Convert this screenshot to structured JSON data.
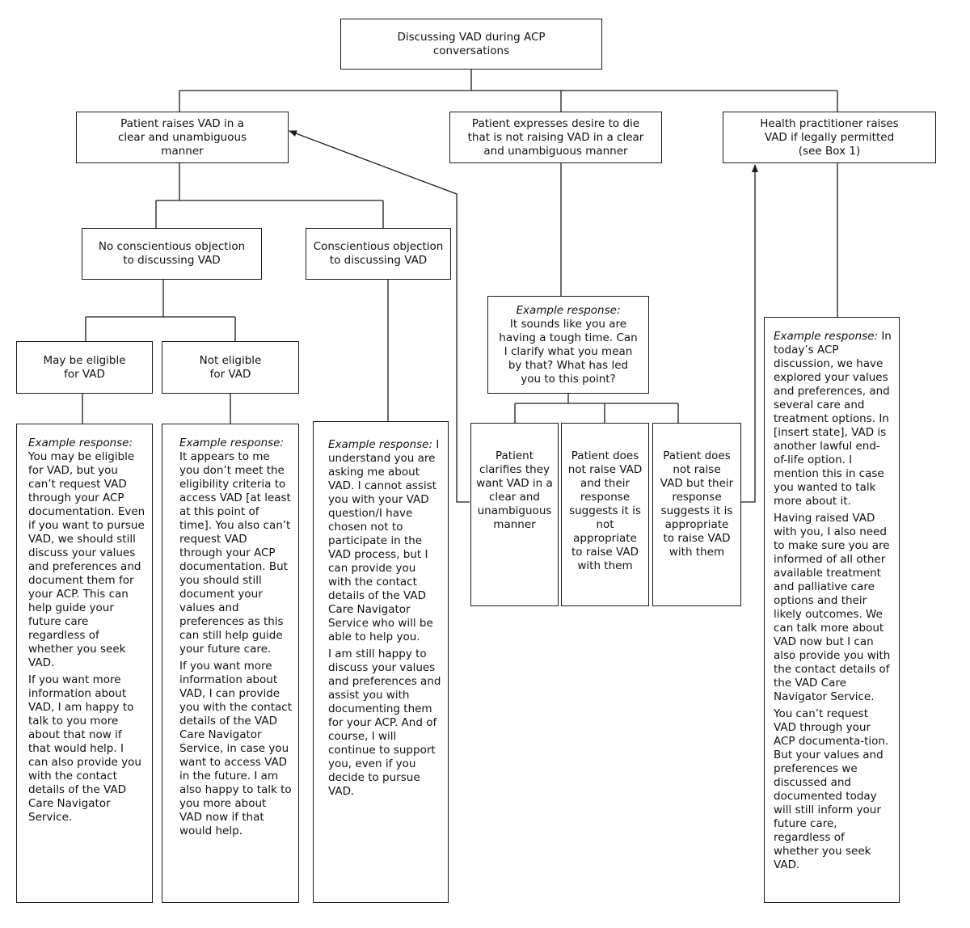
{
  "root": {
    "lines": [
      "Discussing VAD during ACP",
      "conversations"
    ]
  },
  "branches": {
    "patient_raises": {
      "lines": [
        "Patient raises VAD in a",
        "clear and unambiguous",
        "manner"
      ]
    },
    "patient_desire": {
      "lines": [
        "Patient expresses desire to die",
        "that is not raising VAD in a clear",
        "and unambiguous manner"
      ]
    },
    "practitioner_raises": {
      "lines": [
        "Health practitioner raises",
        "VAD if legally permitted",
        "(see Box 1)"
      ]
    }
  },
  "objection": {
    "no": {
      "lines": [
        "No conscientious objection",
        "to discussing VAD"
      ]
    },
    "yes": {
      "lines": [
        "Conscientious objection",
        "to discussing VAD"
      ]
    }
  },
  "eligibility": {
    "may": {
      "lines": [
        "May be eligible",
        "for VAD"
      ]
    },
    "not": {
      "lines": [
        "Not eligible",
        "for VAD"
      ]
    }
  },
  "responses": {
    "may_eligible": {
      "label": "Example response:",
      "paragraphs": [
        "You may be eligible for VAD, but you can’t request VAD through your ACP documentation. Even if you want to pursue VAD, we should still discuss your values and preferences and document them for your ACP. This can help guide your future care regardless of whether you seek VAD.",
        "If you want more information about VAD, I am happy to talk to you more about that now if that would help. I can also provide you with the contact details of the VAD Care Navigator Service."
      ]
    },
    "not_eligible": {
      "label": "Example response:",
      "paragraphs": [
        "It appears to me you don’t meet the eligibility criteria to access VAD [at least at this point of time]. You also can’t request VAD through your ACP documentation. But you should still document your values and preferences as this can still help guide your future care.",
        "If you want more information about VAD, I can provide you with the contact details of the VAD Care Navigator Service, in case you want to access VAD in the future. I am also happy to talk to you more about VAD now if that would help."
      ]
    },
    "objection": {
      "label": "Example response:",
      "paragraphs": [
        "I understand you are asking me about VAD. I cannot assist you with your VAD question/I have chosen not to participate in the VAD process, but I can provide you with the contact details of the VAD Care Navigator Service who will be able to help you.",
        "I am still happy to discuss your values and preferences and assist you with documenting them for your ACP. And of course, I will continue to support you, even if you decide to pursue VAD."
      ]
    },
    "desire": {
      "label": "Example response:",
      "lines": [
        "It sounds like you are",
        "having a tough time. Can",
        "I clarify what you mean",
        "by that? What has led",
        "you to this point?"
      ]
    },
    "practitioner": {
      "label": "Example response:",
      "paragraphs": [
        "In today’s ACP discussion, we have explored your values and preferences, and several care and treatment options. In [insert state], VAD is another lawful end-of-life option. I mention this in case you wanted to talk more about it.",
        "Having raised VAD with you, I also need to make sure you are informed of all other available treatment and palliative care options and their likely outcomes. We can talk more about VAD now but I can also provide you with the contact details of the VAD Care Navigator Service.",
        "You can’t request VAD through your ACP documenta-tion. But your values and preferences we discussed and documented today will still inform your future care, regardless of whether you seek VAD."
      ]
    }
  },
  "outcomes": {
    "clarifies": {
      "lines": [
        "Patient",
        "clarifies they",
        "want VAD in a",
        "clear and",
        "unambiguous",
        "manner"
      ]
    },
    "not_appropriate": {
      "lines": [
        "Patient does",
        "not raise VAD",
        "and their",
        "response",
        "suggests it is",
        "not",
        "appropriate",
        "to raise VAD",
        "with them"
      ]
    },
    "appropriate": {
      "lines": [
        "Patient does",
        "not raise",
        "VAD but their",
        "response",
        "suggests it is",
        "appropriate",
        "to raise VAD",
        "with them"
      ]
    }
  }
}
